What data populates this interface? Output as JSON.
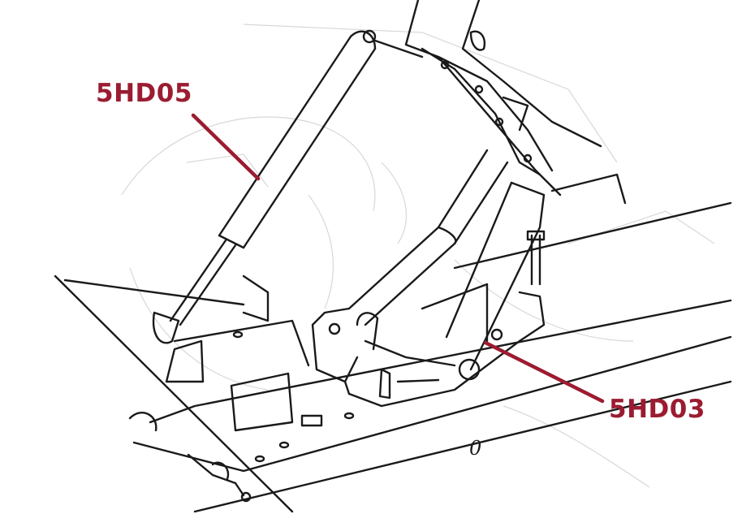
{
  "diagram": {
    "callouts": [
      {
        "id": "5HD05",
        "label": "5HD05",
        "part": "gas-strut"
      },
      {
        "id": "5HD03",
        "label": "5HD03",
        "part": "hood-hinge"
      }
    ],
    "stamped_mark": "0",
    "colors": {
      "callout": "#9b1c31",
      "line_art": "#1a1a1a",
      "ghost_art": "#d8d8d8",
      "background": "#ffffff"
    }
  }
}
